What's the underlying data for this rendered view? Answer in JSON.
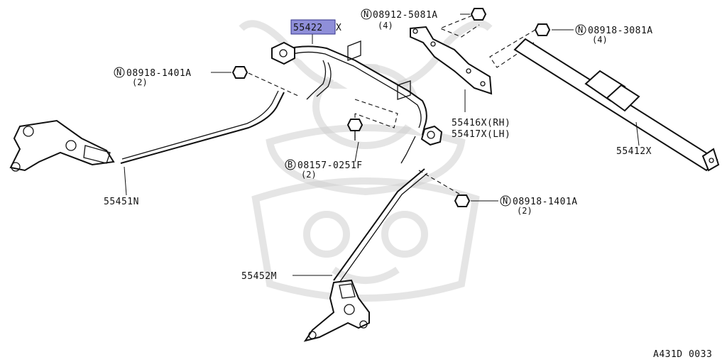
{
  "labels": {
    "p55422": "55422",
    "p55422_suffix": "X",
    "n08912": "08912-5081A",
    "n08912_qty": "(4)",
    "n08918_3081": "08918-3081A",
    "n08918_3081_qty": "(4)",
    "n08918_1401_left": "08918-1401A",
    "n08918_1401_left_qty": "(2)",
    "p55416": "55416X(RH)",
    "p55417": "55417X(LH)",
    "p55412": "55412X",
    "b08157": "08157-0251F",
    "b08157_qty": "(2)",
    "p55451": "55451N",
    "n08918_1401_right": "08918-1401A",
    "n08918_1401_right_qty": "(2)",
    "p55452": "55452M",
    "diagram_id": "A431D 0033"
  },
  "symbols": {
    "nut": "N",
    "bolt": "B"
  },
  "colors": {
    "highlight": "#8f8fd9",
    "ink": "#111111",
    "watermark": "#cfcfcf"
  },
  "icons": {
    "watermark": "samurai-helmet-watermark-icon"
  }
}
